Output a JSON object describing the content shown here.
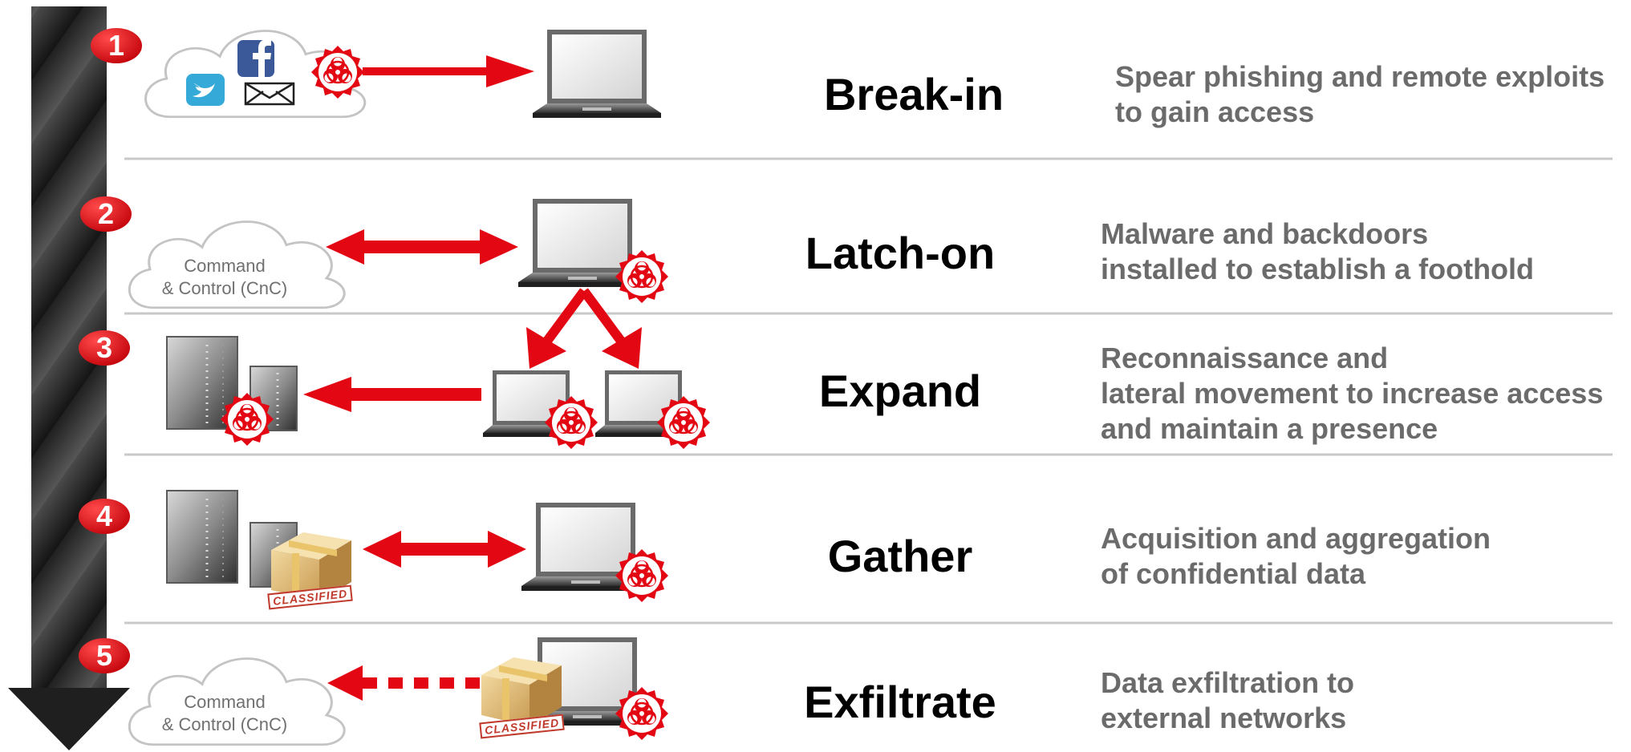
{
  "colors": {
    "accent": "#e30613",
    "arrow_dark": "#1f1f1f",
    "divider": "#c8c8c8",
    "description": "#6b6b6b"
  },
  "stages": [
    {
      "number": "1",
      "title": "Break-in",
      "description_lines": [
        "Spear phishing and remote exploits",
        "to gain access"
      ]
    },
    {
      "number": "2",
      "title": "Latch-on",
      "description_lines": [
        "Malware and backdoors",
        "installed to establish a foothold"
      ]
    },
    {
      "number": "3",
      "title": "Expand",
      "description_lines": [
        "Reconnaissance and",
        "lateral movement to increase access",
        "and maintain a presence"
      ]
    },
    {
      "number": "4",
      "title": "Gather",
      "description_lines": [
        "Acquisition and aggregation",
        "of confidential data"
      ]
    },
    {
      "number": "5",
      "title": "Exfiltrate",
      "description_lines": [
        "Data exfiltration to",
        "external networks"
      ]
    }
  ],
  "cloud_label_lines": [
    "Command",
    "& Control (CnC)"
  ],
  "stamp_text": "CLASSIFIED",
  "icons": [
    "facebook-icon",
    "twitter-icon",
    "mail-icon",
    "biohazard-icon",
    "laptop-icon",
    "server-icon",
    "package-icon",
    "cloud-icon"
  ]
}
